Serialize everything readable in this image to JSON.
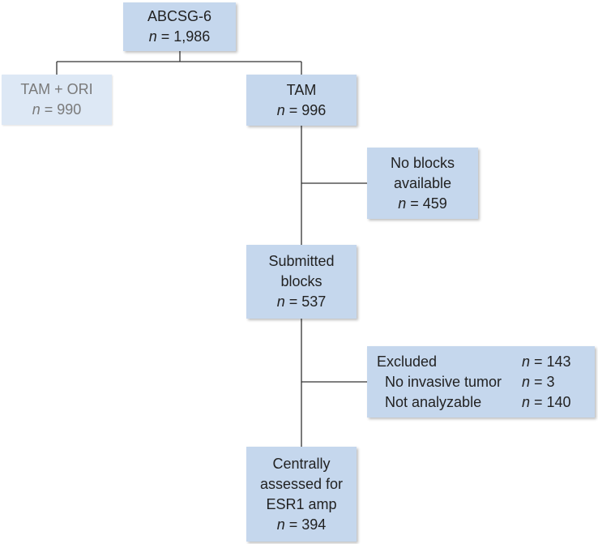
{
  "boxes": {
    "root": {
      "title": "ABCSG-6",
      "n": "1,986"
    },
    "tam_ori": {
      "title": "TAM + ORI",
      "n": "990"
    },
    "tam": {
      "title": "TAM",
      "n": "996"
    },
    "no_blocks": {
      "line1": "No blocks",
      "line2": "available",
      "n": "459"
    },
    "submitted": {
      "line1": "Submitted",
      "line2": "blocks",
      "n": "537"
    },
    "excluded": {
      "rows": [
        {
          "label": "Excluded",
          "n": "143"
        },
        {
          "label": "No invasive tumor",
          "n": "3"
        },
        {
          "label": "Not analyzable",
          "n": "140"
        }
      ]
    },
    "assessed": {
      "line1": "Centrally",
      "line2": "assessed for",
      "line3": "ESR1 amp",
      "n": "394"
    }
  },
  "n_symbol": "n",
  "equals": " = ",
  "colors": {
    "box_fill": "#c5d7ed",
    "box_fill_faded": "#dde8f5",
    "connector": "#333333"
  }
}
